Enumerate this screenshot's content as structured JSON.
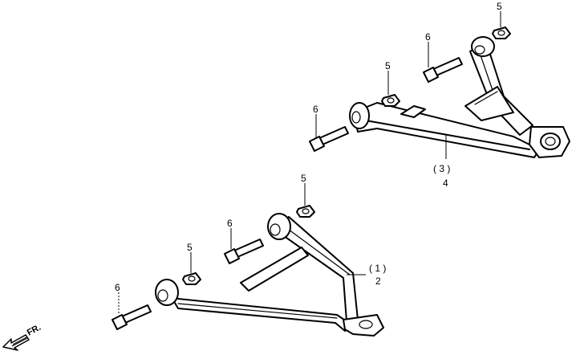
{
  "callouts": {
    "upper_lower_arm_assy": "( 3 )",
    "upper_lower_arm_part": "4",
    "lower_arm_assy": "( 1 )",
    "lower_arm_part": "2",
    "nut_a": "5",
    "nut_b": "5",
    "nut_c": "5",
    "nut_d": "5",
    "bolt_a": "6",
    "bolt_b": "6",
    "bolt_c": "6",
    "bolt_d": "6"
  },
  "direction": {
    "label": "FR."
  },
  "icons": {
    "direction_arrow": "front-direction-arrow-icon"
  }
}
